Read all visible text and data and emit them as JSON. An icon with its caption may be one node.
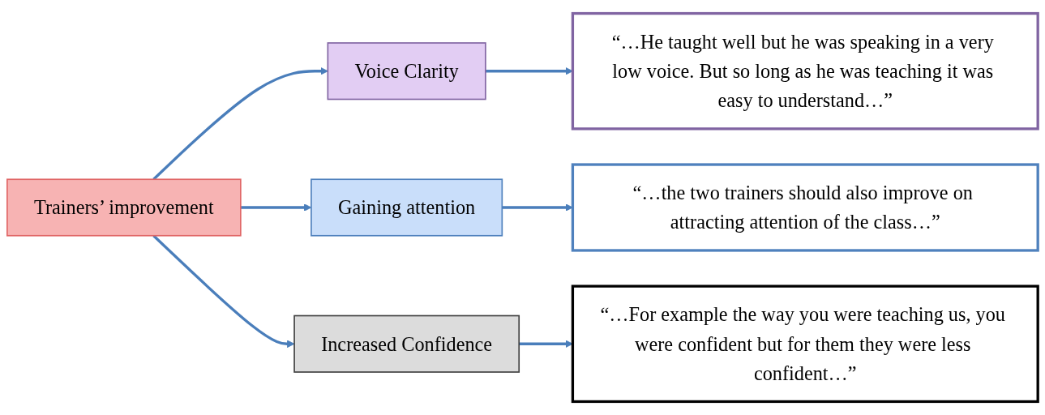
{
  "diagram": {
    "nodes": [
      {
        "text": [
          "Trainers’ improvement"
        ]
      },
      {
        "text": [
          "Voice Clarity"
        ]
      },
      {
        "text": [
          "Gaining attention"
        ]
      },
      {
        "text": [
          "Increased Confidence"
        ]
      },
      {
        "text": [
          "“…He taught well but he was speaking in a very low voice. But so long as he was teaching it was easy to understand…”"
        ]
      },
      {
        "text": [
          "“…the two trainers should also improve on attracting attention of the class…”"
        ]
      },
      {
        "text": [
          "“…For example the way you were teaching us, you were confident but for them they were less confident…”"
        ]
      }
    ],
    "edges": [
      {
        "from": 0,
        "to": 1,
        "arrow": "to"
      },
      {
        "from": 0,
        "to": 2,
        "arrow": "to"
      },
      {
        "from": 0,
        "to": 3,
        "arrow": "to"
      },
      {
        "from": 1,
        "to": 4,
        "arrow": "to"
      },
      {
        "from": 2,
        "to": 5,
        "arrow": "to"
      },
      {
        "from": 3,
        "to": 6,
        "arrow": "to"
      }
    ]
  }
}
